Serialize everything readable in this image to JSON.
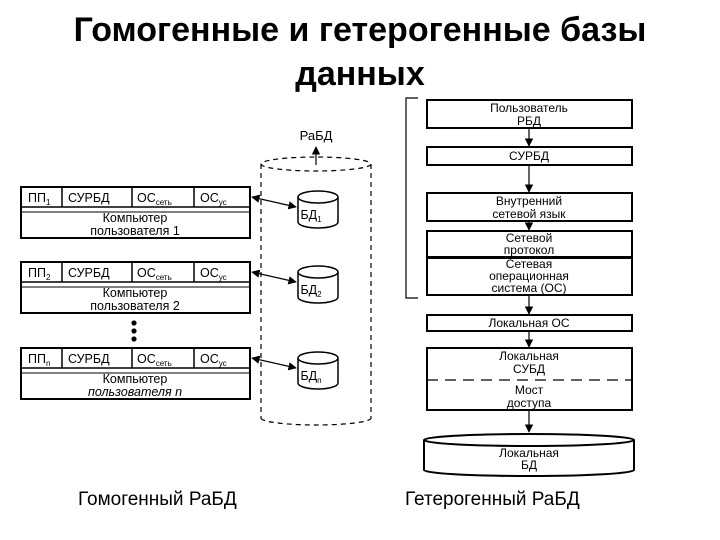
{
  "title_line1": "Гомогенные и гетерогенные базы",
  "title_line2": "данных",
  "left": {
    "db_label": "РаБД",
    "rows": [
      {
        "pp": "ПП",
        "pp_sub": "1",
        "surbd": "СУРБД",
        "os_net": "ОС",
        "os_net_sub": "сеть",
        "os_local": "ОС",
        "os_local_sub": "ус",
        "comp_line1": "Компьютер",
        "comp_line2": "пользователя 1",
        "db": "БД",
        "db_sub": "1"
      },
      {
        "pp": "ПП",
        "pp_sub": "2",
        "surbd": "СУРБД",
        "os_net": "ОС",
        "os_net_sub": "сеть",
        "os_local": "ОС",
        "os_local_sub": "ус",
        "comp_line1": "Компьютер",
        "comp_line2": "пользователя 2",
        "db": "БД",
        "db_sub": "2"
      },
      {
        "pp": "ПП",
        "pp_sub": "n",
        "surbd": "СУРБД",
        "os_net": "ОС",
        "os_net_sub": "сеть",
        "os_local": "ОС",
        "os_local_sub": "ус",
        "comp_line1": "Компьютер",
        "comp_line2": "пользователя n",
        "db": "БД",
        "db_sub": "n"
      }
    ],
    "caption": "Гомогенный РаБД"
  },
  "right": {
    "b1_line1": "Пользователь",
    "b1_line2": "РБД",
    "b2": "СУРБД",
    "b3_line1": "Внутренний",
    "b3_line2": "сетевой язык",
    "b4_line1": "Сетевой",
    "b4_line2": "протокол",
    "b5_line1": "Сетевая",
    "b5_line2": "операционная",
    "b5_line3": "система (ОС)",
    "b6": "Локальная ОС",
    "b7_line1": "Локальная",
    "b7_line2": "СУБД",
    "b7_line3": "Мост",
    "b7_line4": "доступа",
    "b8_line1": "Локальная",
    "b8_line2": "БД",
    "caption": "Гетерогенный РаБД"
  }
}
